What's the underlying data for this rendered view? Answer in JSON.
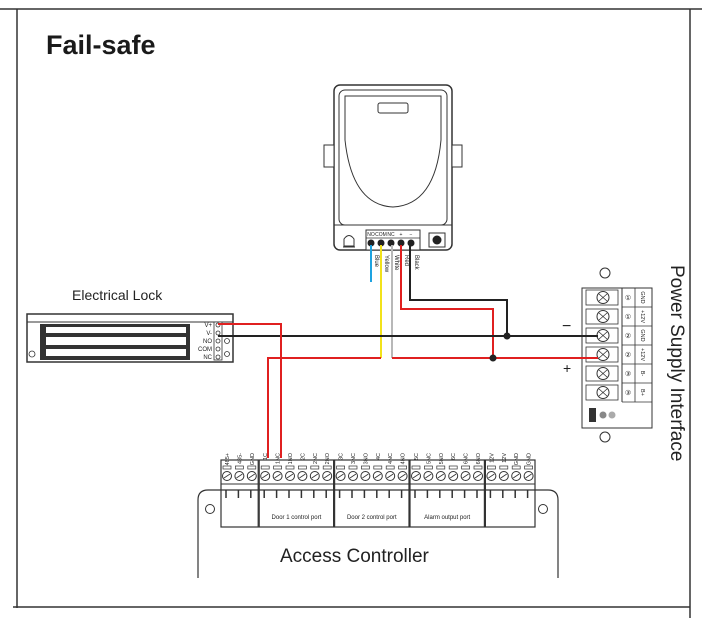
{
  "title": "Fail-safe",
  "colors": {
    "red": "#e02020",
    "black": "#222222",
    "yellow": "#f2e21a",
    "blue": "#1ea3e0",
    "white_wire": "#b8b8b8",
    "frame": "#333333"
  },
  "reader": {
    "terminals": [
      "NO",
      "COM",
      "NC",
      "+",
      "−"
    ],
    "wires": [
      "Blue",
      "Yellow",
      "White",
      "Red",
      "Black"
    ]
  },
  "lock": {
    "label": "Electrical Lock",
    "terminals": [
      "V+",
      "V-",
      "NO",
      "COM",
      "NC"
    ]
  },
  "power": {
    "label": "Power Supply Interface",
    "minus": "−",
    "plus": "+",
    "terminals": [
      "GND",
      "+12V",
      "GND",
      "+12V",
      "B-",
      "B+"
    ],
    "numbers": [
      "①",
      "①",
      "②",
      "②",
      "③",
      "③"
    ]
  },
  "controller": {
    "label": "Access Controller",
    "groups": [
      {
        "name": "",
        "terminals": [
          "485+",
          "485-",
          "GND"
        ]
      },
      {
        "name": "Door 1 control port",
        "terminals": [
          "1C",
          "1NC",
          "1NO",
          "2C",
          "2NC",
          "2NO"
        ]
      },
      {
        "name": "Door 2 control port",
        "terminals": [
          "3C",
          "3NC",
          "3NO",
          "4C",
          "4NC",
          "4NO"
        ]
      },
      {
        "name": "Alarm output port",
        "terminals": [
          "5C",
          "5NC",
          "5NO",
          "6C",
          "6NC",
          "6NO"
        ]
      },
      {
        "name": "",
        "terminals": [
          "12V",
          "12V",
          "GND",
          "GND"
        ]
      }
    ]
  }
}
